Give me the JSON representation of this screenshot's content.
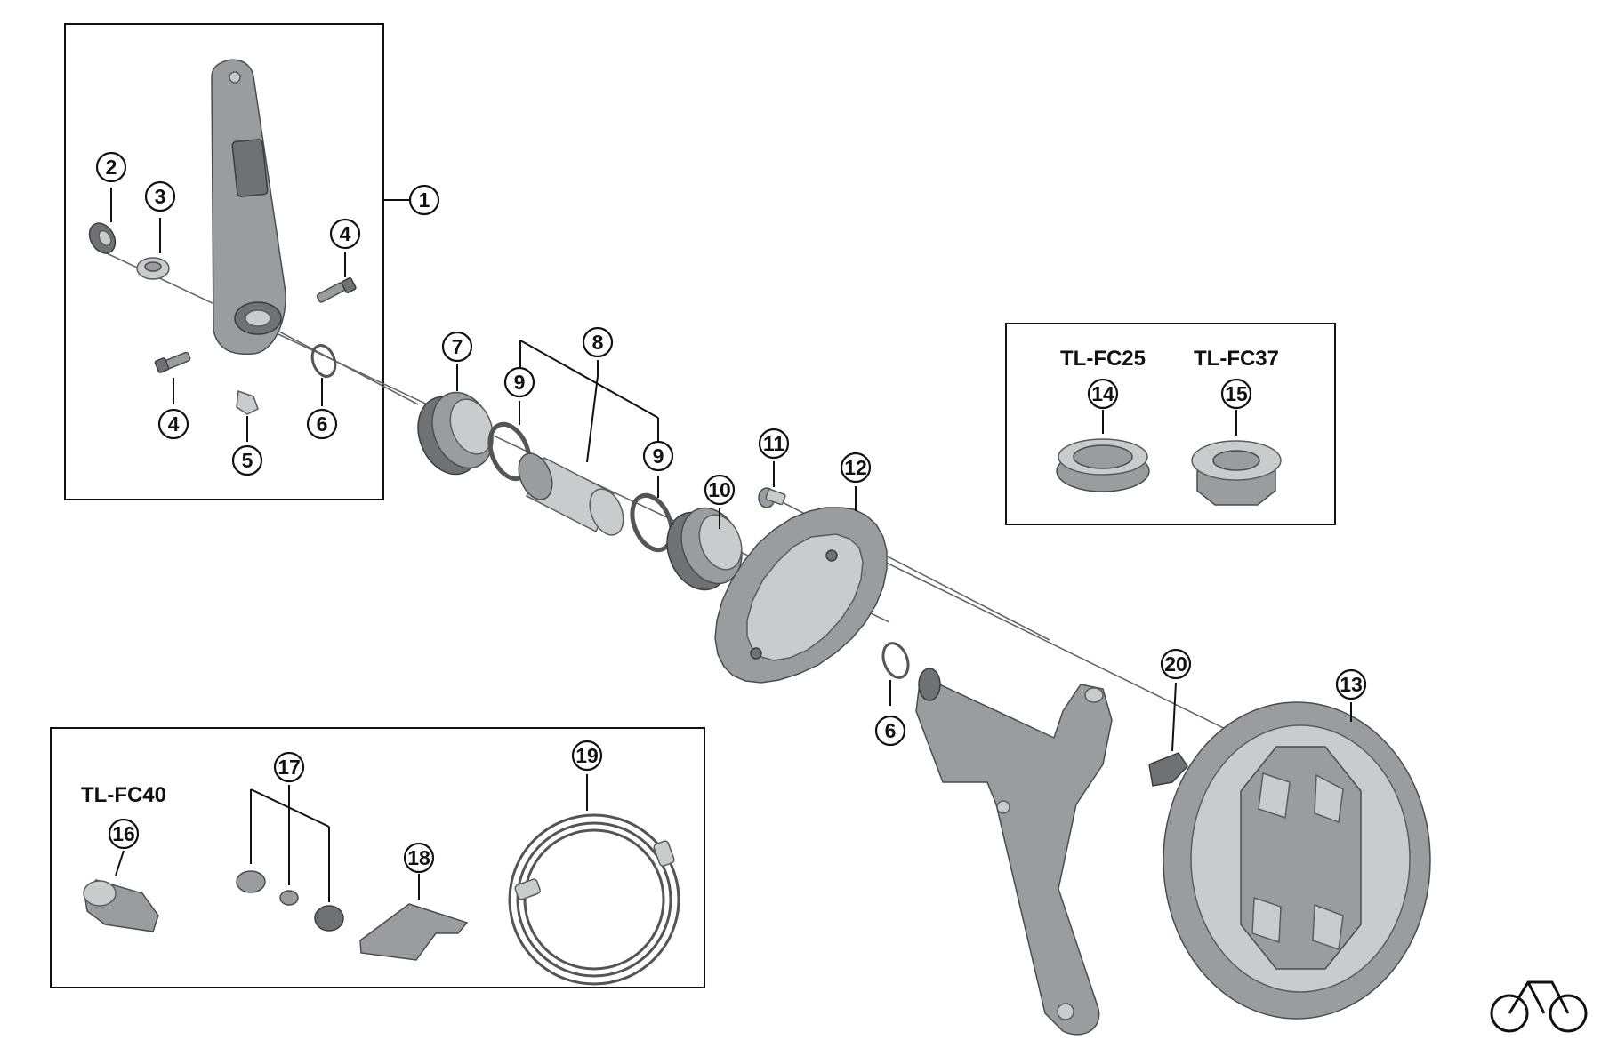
{
  "diagram": {
    "callouts": [
      {
        "id": "c1",
        "label": "1"
      },
      {
        "id": "c2",
        "label": "2"
      },
      {
        "id": "c3",
        "label": "3"
      },
      {
        "id": "c4a",
        "label": "4"
      },
      {
        "id": "c4b",
        "label": "4"
      },
      {
        "id": "c5",
        "label": "5"
      },
      {
        "id": "c6a",
        "label": "6"
      },
      {
        "id": "c6b",
        "label": "6"
      },
      {
        "id": "c7",
        "label": "7"
      },
      {
        "id": "c8",
        "label": "8"
      },
      {
        "id": "c9a",
        "label": "9"
      },
      {
        "id": "c9b",
        "label": "9"
      },
      {
        "id": "c10",
        "label": "10"
      },
      {
        "id": "c11",
        "label": "11"
      },
      {
        "id": "c12",
        "label": "12"
      },
      {
        "id": "c13",
        "label": "13"
      },
      {
        "id": "c14",
        "label": "14"
      },
      {
        "id": "c15",
        "label": "15"
      },
      {
        "id": "c16",
        "label": "16"
      },
      {
        "id": "c17",
        "label": "17"
      },
      {
        "id": "c18",
        "label": "18"
      },
      {
        "id": "c19",
        "label": "19"
      },
      {
        "id": "c20",
        "label": "20"
      }
    ],
    "tools": {
      "tl_fc25": "TL-FC25",
      "tl_fc37": "TL-FC37",
      "tl_fc40": "TL-FC40"
    }
  },
  "colors": {
    "line": "#111111",
    "part_dark": "#6f7275",
    "part_mid": "#9a9da0",
    "part_light": "#c9cbcd"
  },
  "icons": {
    "brand": "bicycle-icon"
  }
}
